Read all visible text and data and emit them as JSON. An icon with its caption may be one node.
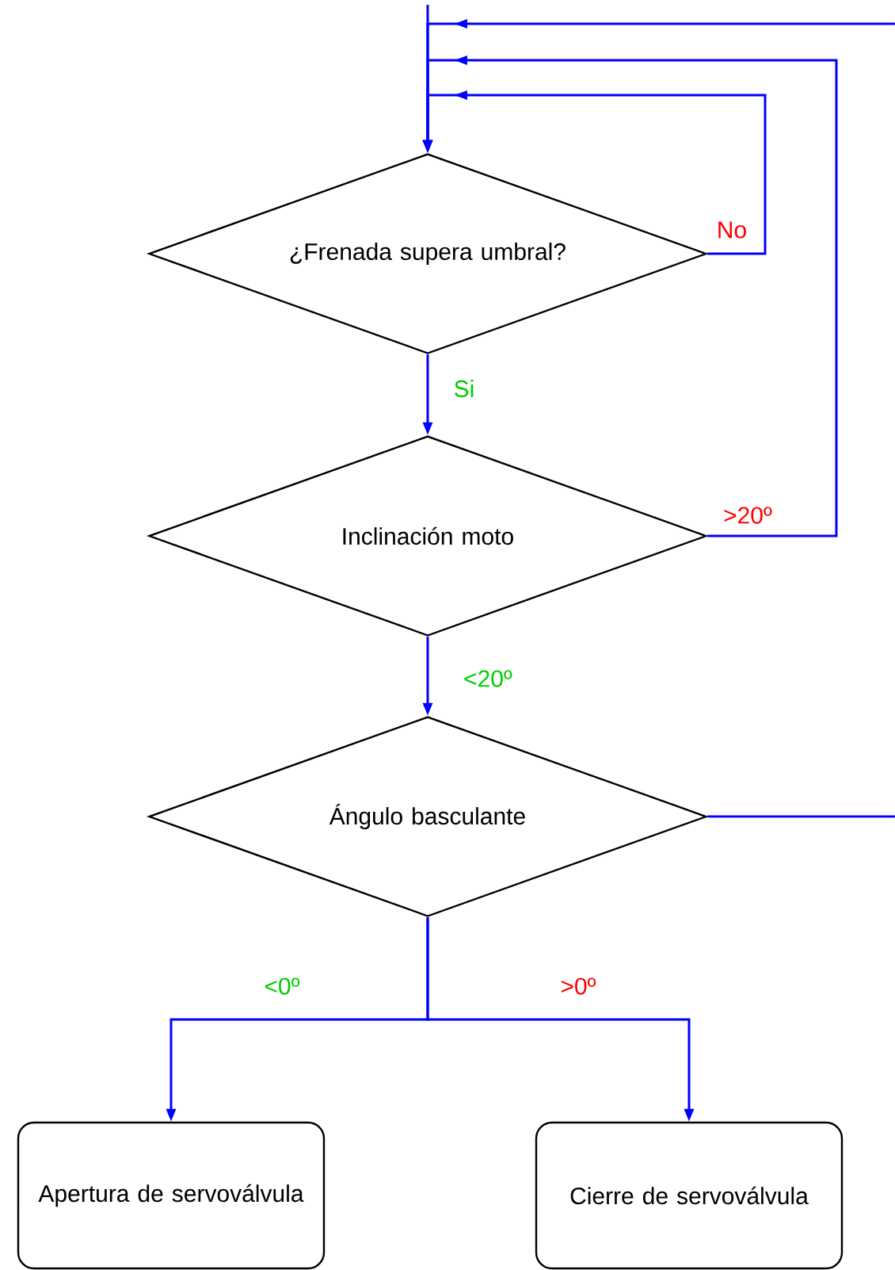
{
  "diagram": {
    "nodes": [
      {
        "text": [
          "¿Frenada supera umbral?"
        ]
      },
      {
        "text": [
          "Inclinación moto"
        ]
      },
      {
        "text": [
          "Ángulo basculante"
        ]
      },
      {
        "text": [
          "Apertura de servoválvula"
        ]
      },
      {
        "text": [
          "Cierre de servoválvula"
        ]
      }
    ],
    "edges": [
      {
        "from": null,
        "to": 0,
        "arrow": "to"
      },
      {
        "from": 0,
        "to": 0,
        "arrow": "to",
        "label": "No"
      },
      {
        "from": 1,
        "to": 0,
        "arrow": "to",
        "label": ">20º"
      },
      {
        "from": null,
        "to": 0,
        "arrow": "to"
      },
      {
        "from": 2,
        "to": null,
        "arrow": "none"
      },
      {
        "from": 0,
        "to": 1,
        "arrow": "to",
        "label": "Si"
      },
      {
        "from": 1,
        "to": 2,
        "arrow": "to",
        "label": "<20º"
      },
      {
        "from": 2,
        "to": 3,
        "arrow": "to",
        "label": "<0º"
      },
      {
        "from": 2,
        "to": 4,
        "arrow": "to",
        "label": ">0º"
      }
    ]
  }
}
